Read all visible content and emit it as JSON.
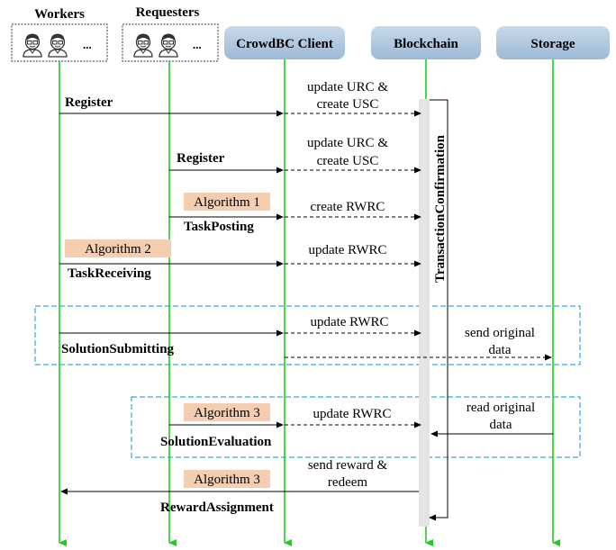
{
  "actors": {
    "workers": {
      "label": "Workers",
      "ellipsis": "..."
    },
    "requesters": {
      "label": "Requesters",
      "ellipsis": "..."
    },
    "client": {
      "label": "CrowdBC Client"
    },
    "blockchain": {
      "label": "Blockchain"
    },
    "storage": {
      "label": "Storage"
    }
  },
  "transaction_label": "TransactionConfirmation",
  "messages": {
    "register_workers": "Register",
    "update1_line1": "update URC &",
    "update1_line2": "create USC",
    "register_requesters": "Register",
    "update2_line1": "update URC &",
    "update2_line2": "create USC",
    "alg1": "Algorithm 1",
    "task_posting": "TaskPosting",
    "create_rwrc": "create RWRC",
    "alg2": "Algorithm 2",
    "task_receiving": "TaskReceiving",
    "update_rwrc_1": "update RWRC",
    "update_rwrc_2": "update RWRC",
    "solution_submitting": "SolutionSubmitting",
    "send_orig_line1": "send original",
    "send_orig_line2": "data",
    "alg3a": "Algorithm 3",
    "update_rwrc_3": "update RWRC",
    "read_orig_line1": "read original",
    "read_orig_line2": "data",
    "solution_evaluation": "SolutionEvaluation",
    "alg3b": "Algorithm 3",
    "send_reward_line1": "send reward &",
    "send_reward_line2": "redeem",
    "reward_assignment": "RewardAssignment"
  },
  "colors": {
    "lifeline": "#22cc22",
    "header_fill": "#aac4dc",
    "algorithm_fill": "#f5cdb0",
    "dashed_group": "#33aadd",
    "transaction_bar": "#e4e4e4"
  }
}
